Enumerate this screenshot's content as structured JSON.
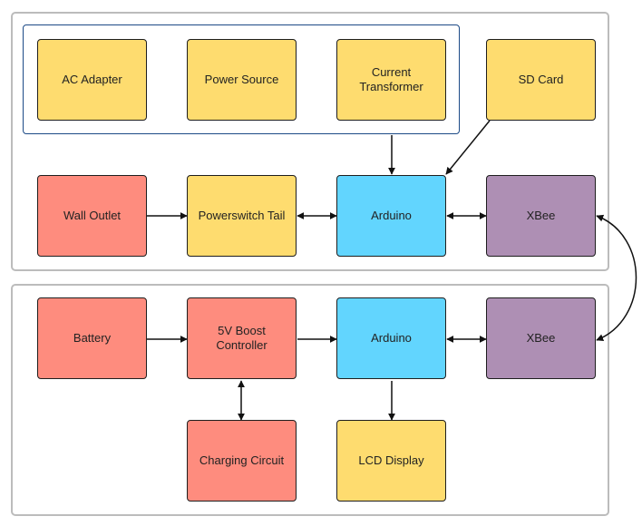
{
  "colors": {
    "yellow": "#fedc6f",
    "red": "#fe8c7e",
    "blue": "#62d5fe",
    "purple": "#ae8fb4",
    "group_border": "#bcbcbc",
    "subgroup_border": "#1c4a86",
    "connector": "#111111"
  },
  "nodes": {
    "ac_adapter": {
      "label": "AC Adapter",
      "color": "yellow"
    },
    "power_source": {
      "label": "Power Source",
      "color": "yellow"
    },
    "current_transformer": {
      "label": "Current\nTransformer",
      "color": "yellow"
    },
    "sd_card": {
      "label": "SD Card",
      "color": "yellow"
    },
    "wall_outlet": {
      "label": "Wall Outlet",
      "color": "red"
    },
    "powerswitch_tail": {
      "label": "Powerswitch Tail",
      "color": "yellow"
    },
    "arduino_top": {
      "label": "Arduino",
      "color": "blue"
    },
    "xbee_top": {
      "label": "XBee",
      "color": "purple"
    },
    "battery": {
      "label": "Battery",
      "color": "red"
    },
    "boost_controller": {
      "label": "5V Boost\nController",
      "color": "red"
    },
    "arduino_bottom": {
      "label": "Arduino",
      "color": "blue"
    },
    "xbee_bottom": {
      "label": "XBee",
      "color": "purple"
    },
    "charging_circuit": {
      "label": "Charging Circuit",
      "color": "red"
    },
    "lcd_display": {
      "label": "LCD Display",
      "color": "yellow"
    }
  },
  "connections": [
    {
      "from": "current_transformer",
      "to": "arduino_top",
      "direction": "one-way"
    },
    {
      "from": "sd_card",
      "to": "arduino_top",
      "direction": "one-way"
    },
    {
      "from": "wall_outlet",
      "to": "powerswitch_tail",
      "direction": "one-way"
    },
    {
      "from": "powerswitch_tail",
      "to": "arduino_top",
      "direction": "two-way"
    },
    {
      "from": "arduino_top",
      "to": "xbee_top",
      "direction": "two-way"
    },
    {
      "from": "xbee_top",
      "to": "xbee_bottom",
      "direction": "two-way"
    },
    {
      "from": "battery",
      "to": "boost_controller",
      "direction": "one-way"
    },
    {
      "from": "boost_controller",
      "to": "arduino_bottom",
      "direction": "one-way"
    },
    {
      "from": "arduino_bottom",
      "to": "xbee_bottom",
      "direction": "two-way"
    },
    {
      "from": "boost_controller",
      "to": "charging_circuit",
      "direction": "two-way"
    },
    {
      "from": "arduino_bottom",
      "to": "lcd_display",
      "direction": "one-way"
    }
  ]
}
